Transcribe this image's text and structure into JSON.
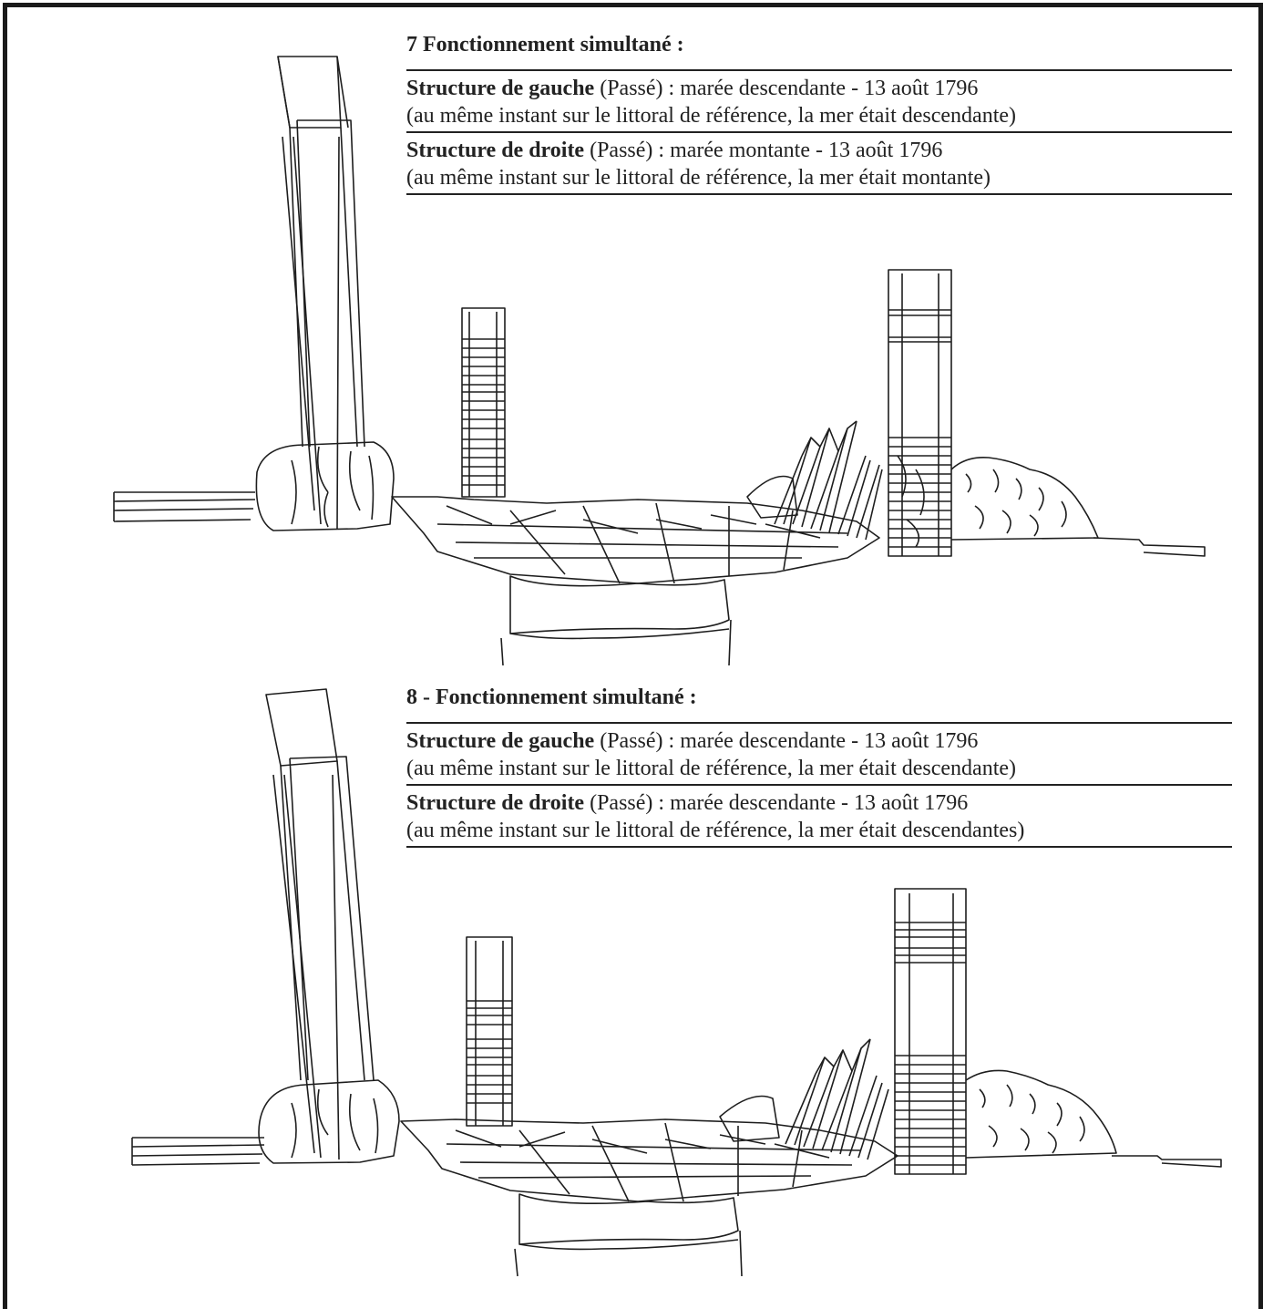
{
  "panels": [
    {
      "title": "7 Fonctionnement simultané :",
      "left": {
        "label": "Structure de gauche",
        "rest": " (Passé) : marée descendante - 13 août 1796",
        "note": "(au même instant sur le littoral de référence, la mer était descendante)"
      },
      "right": {
        "label": "Structure de droite",
        "rest": " (Passé) : marée montante - 13 août 1796",
        "note": "(au même instant sur le littoral de référence, la mer était montante)"
      }
    },
    {
      "title": "8 - Fonctionnement simultané :",
      "left": {
        "label": "Structure de gauche",
        "rest": " (Passé) : marée descendante - 13 août 1796",
        "note": "(au même instant sur le littoral de référence, la mer était descendante)"
      },
      "right": {
        "label": "Structure de droite",
        "rest": " (Passé) : marée descendante - 13 août 1796",
        "note": "(au même instant sur le littoral de référence, la mer était descendantes)"
      }
    }
  ],
  "colors": {
    "ink": "#222222",
    "frame": "#1a1a1a",
    "sketch_tint": "#c98a6a"
  }
}
